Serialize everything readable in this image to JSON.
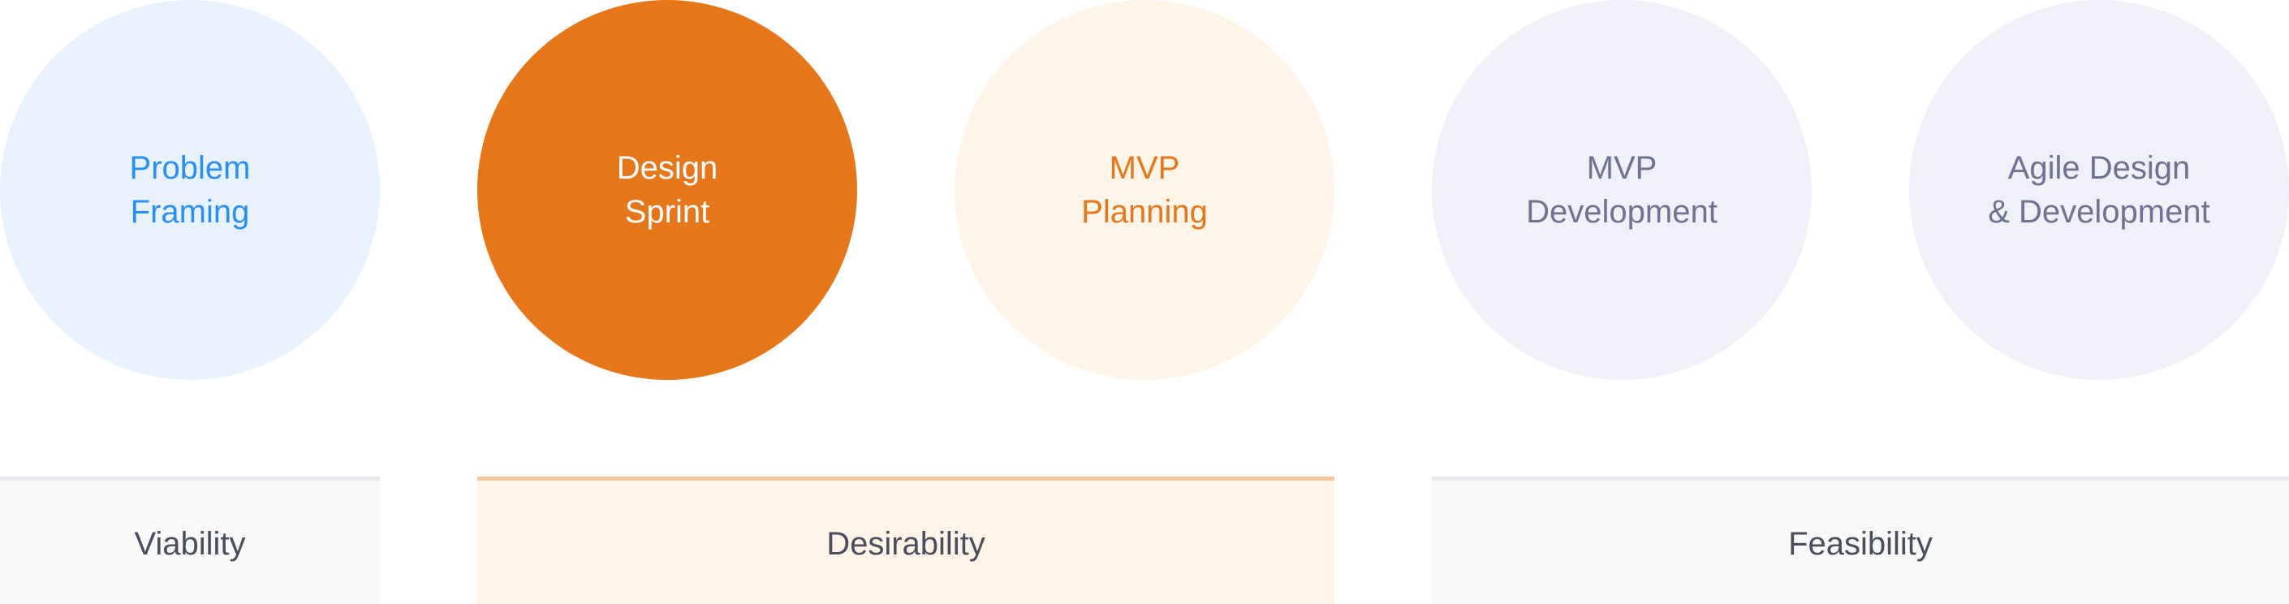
{
  "colors": {
    "problem_bg": "#e8f2fd",
    "problem_text": "#2a8ff0",
    "design_bg": "#e6761a",
    "design_text": "#ffffff",
    "mvp_planning_bg": "#fef4e8",
    "mvp_planning_text": "#e5781c",
    "neutral_bg": "#eff0f8",
    "neutral_text": "#6e7393",
    "bar_neutral_bg": "#f8f9f9",
    "bar_neutral_border": "#e8e9ec",
    "bar_accent_bg": "#fef4e8",
    "bar_accent_border": "#f4c99f",
    "bar_text": "#4b4d5e"
  },
  "stages": [
    {
      "label": "Problem\nFraming"
    },
    {
      "label": "Design\nSprint"
    },
    {
      "label": "MVP\nPlanning"
    },
    {
      "label": "MVP\nDevelopment"
    },
    {
      "label": "Agile Design\n& Development"
    }
  ],
  "categories": [
    {
      "label": "Viability"
    },
    {
      "label": "Desirability"
    },
    {
      "label": "Feasibility"
    }
  ]
}
